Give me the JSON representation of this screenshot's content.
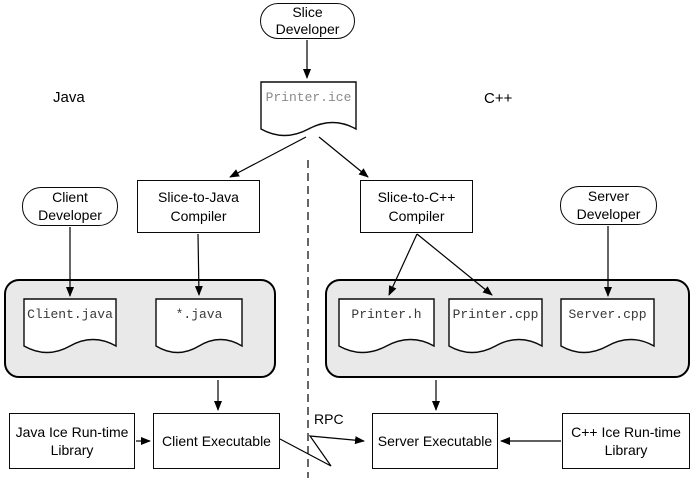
{
  "labels": {
    "left_side": "Java",
    "right_side": "C++",
    "rpc": "RPC"
  },
  "nodes": {
    "slice_developer": "Slice Developer",
    "client_developer": "Client Developer",
    "server_developer": "Server Developer",
    "slice_to_java_compiler": "Slice-to-Java Compiler",
    "slice_to_cpp_compiler": "Slice-to-C++ Compiler",
    "java_runtime": "Java Ice Run-time Library",
    "cpp_runtime": "C++ Ice Run-time Library",
    "client_executable": "Client Executable",
    "server_executable": "Server Executable"
  },
  "documents": {
    "printer_ice": "Printer.ice",
    "client_java": "Client.java",
    "star_java": "*.java",
    "printer_h": "Printer.h",
    "printer_cpp": "Printer.cpp",
    "server_cpp": "Server.cpp"
  },
  "colors": {
    "group_fill": "#e9e9e9",
    "line": "#000000",
    "doc_text": "#383838",
    "doc_text_muted": "#8a8a8a"
  }
}
